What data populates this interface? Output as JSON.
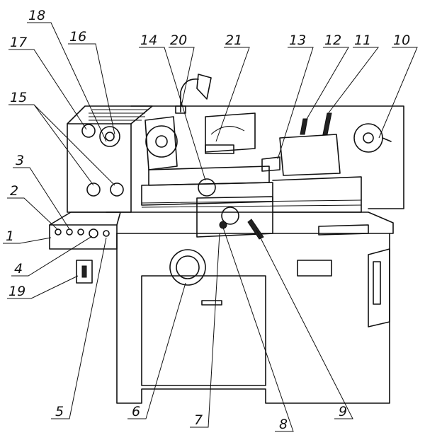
{
  "title": "Lathe general view with numbered component callouts",
  "callouts": {
    "c1": "1",
    "c2": "2",
    "c3": "3",
    "c4": "4",
    "c5": "5",
    "c6": "6",
    "c7": "7",
    "c8": "8",
    "c9": "9",
    "c10": "10",
    "c11": "11",
    "c12": "12",
    "c13": "13",
    "c14": "14",
    "c15": "15",
    "c16": "16",
    "c17": "17",
    "c18": "18",
    "c19": "19",
    "c20": "20",
    "c21": "21"
  }
}
